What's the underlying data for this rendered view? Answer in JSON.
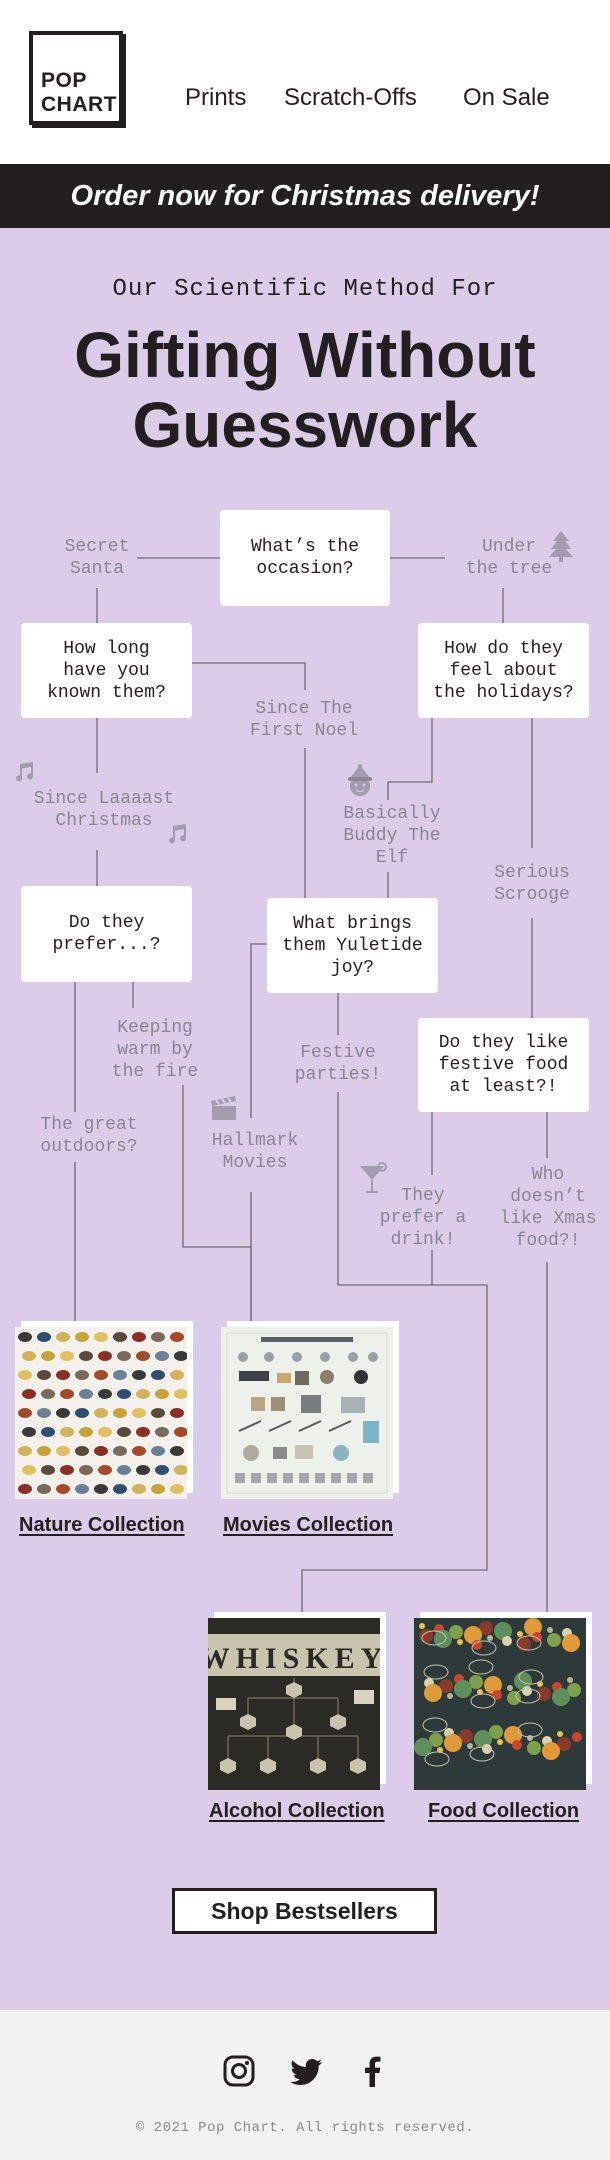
{
  "brand": {
    "logo_line1": "POP",
    "logo_line2": "CHART"
  },
  "nav": {
    "prints": "Prints",
    "scratch_offs": "Scratch-Offs",
    "on_sale": "On Sale"
  },
  "banner": {
    "text": "Order now for Christmas delivery!"
  },
  "hero": {
    "eyebrow": "Our Scientific Method For",
    "headline_line1": "Gifting Without",
    "headline_line2": "Guesswork"
  },
  "flow": {
    "q_occasion": "What’s the\noccasion?",
    "a_secret_santa": "Secret\nSanta",
    "a_under_tree": "Under\nthe tree",
    "q_how_long": "How long\nhave you\nknown them?",
    "q_how_feel": "How do they\nfeel about\nthe holidays?",
    "a_since_noel": "Since The\nFirst Noel",
    "a_since_laaaast": "Since Laaaast\nChristmas",
    "a_buddy": "Basically\nBuddy The\nElf",
    "a_scrooge": "Serious\nScrooge",
    "q_prefer": "Do they\nprefer...?",
    "q_yuletide": "What brings\nthem Yuletide\njoy?",
    "q_food": "Do they like\nfestive food\nat least?!",
    "a_warm": "Keeping\nwarm by\nthe fire",
    "a_festive": "Festive\nparties!",
    "a_outdoors": "The great\noutdoors?",
    "a_hallmark": "Hallmark\nMovies",
    "a_drink": "They\nprefer a\ndrink!",
    "a_no_food": "Who\ndoesn’t\nlike Xmas\nfood?!"
  },
  "products": {
    "nature": "Nature Collection",
    "movies": "Movies Collection",
    "alcohol": "Alcohol Collection",
    "food": "Food Collection",
    "whiskey_word": "WHISKEY"
  },
  "cta": {
    "label": "Shop Bestsellers"
  },
  "footer": {
    "copyright": "© 2021 Pop Chart. All rights reserved."
  },
  "icons": [
    "instagram-icon",
    "twitter-icon",
    "facebook-icon",
    "tree-icon",
    "music-note-icon",
    "elf-icon",
    "clapperboard-icon",
    "cocktail-icon"
  ],
  "colors": {
    "dark": "#231f20",
    "lavender": "#dccbe9",
    "muted_text": "#8a8590",
    "footer_bg": "#f2f2f2"
  }
}
